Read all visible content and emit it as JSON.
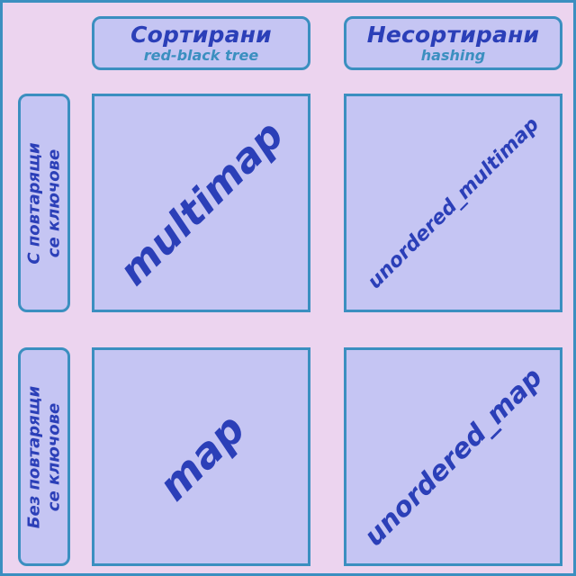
{
  "columns": [
    {
      "title": "Сортирани",
      "subtitle": "red-black tree"
    },
    {
      "title": "Несортирани",
      "subtitle": "hashing"
    }
  ],
  "rows": [
    {
      "line1": "С повтарящи",
      "line2": "се ключове"
    },
    {
      "line1": "Без повтарящи",
      "line2": "се ключове"
    }
  ],
  "cells": [
    [
      "multimap",
      "unordered_multimap"
    ],
    [
      "map",
      "unordered_map"
    ]
  ],
  "colors": {
    "background": "#ecd4ef",
    "box_fill": "#c5c5f3",
    "border": "#3b8fc0",
    "text": "#2b3fb8",
    "subtitle_text": "#3b8fc0"
  }
}
